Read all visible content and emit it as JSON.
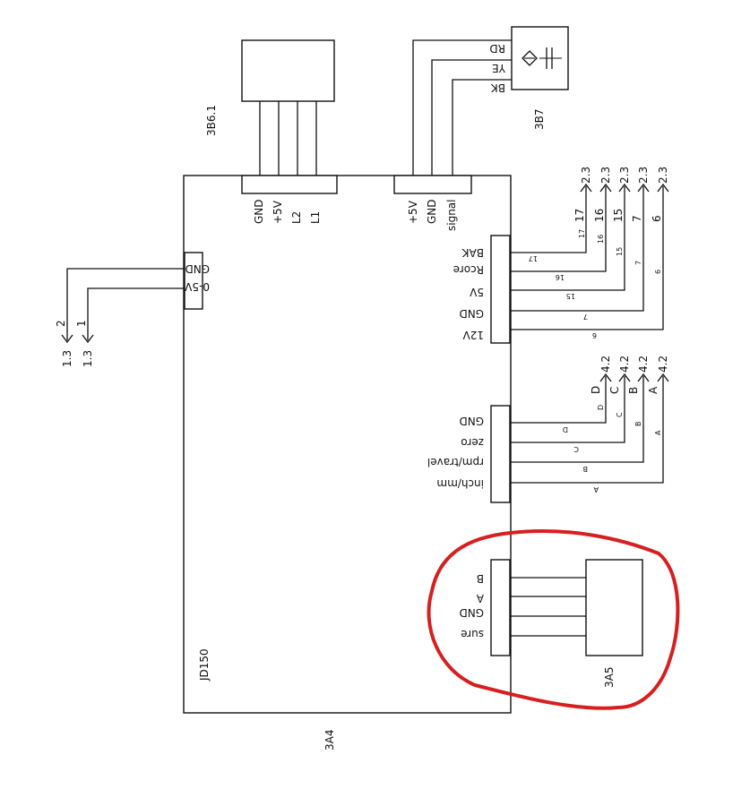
{
  "main_board": {
    "ref": "3A4",
    "part": "JD150"
  },
  "sensor_top": {
    "ref": "3B6.1",
    "pins": [
      "GND",
      "+5V",
      "L2",
      "L1"
    ]
  },
  "proximity": {
    "ref": "3B7",
    "wires": [
      "RD",
      "YE",
      "BK"
    ],
    "pins": [
      "+5V",
      "GND",
      "signal"
    ]
  },
  "left_conn": {
    "pins": [
      "GND",
      "0-5V"
    ],
    "wire_nums": [
      "2",
      "1"
    ],
    "refs": [
      "1.3",
      "1.3"
    ]
  },
  "conn_upper": {
    "pins": [
      "BAK",
      "Rcore",
      "5V",
      "GND",
      "12V"
    ],
    "wire_nums": [
      "17",
      "16",
      "15",
      "7",
      "6"
    ],
    "terminals": [
      "17",
      "16",
      "15",
      "7",
      "6"
    ],
    "refs": [
      "2.3",
      "2.3",
      "2.3",
      "2.3",
      "2.3"
    ]
  },
  "conn_mid": {
    "pins": [
      "GND",
      "zero",
      "rpm/travel",
      "inch/mm"
    ],
    "wire_nums": [
      "D",
      "C",
      "B",
      "A"
    ],
    "terminals": [
      "D",
      "C",
      "B",
      "A"
    ],
    "refs": [
      "4.2",
      "4.2",
      "4.2",
      "4.2"
    ]
  },
  "conn_low": {
    "ref": "3A5",
    "pins": [
      "B",
      "A",
      "GND",
      "sure"
    ]
  }
}
